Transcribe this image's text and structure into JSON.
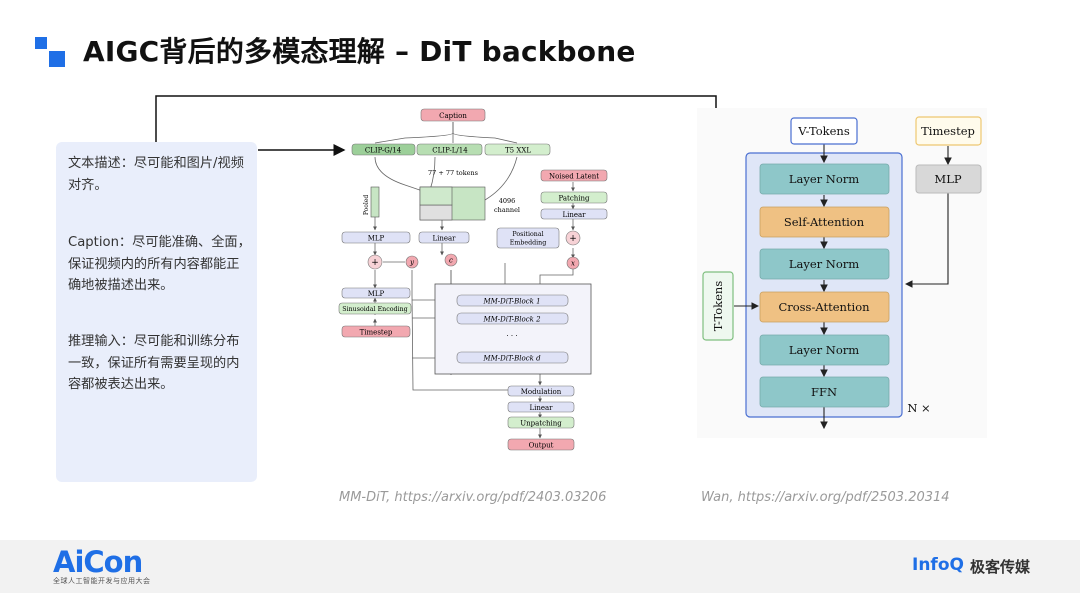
{
  "slide": {
    "title": "AIGC背后的多模态理解 – DiT backbone"
  },
  "left_panel": {
    "p1": "文本描述：尽可能和图片/视频对齐。",
    "p2": "Caption：尽可能准确、全面，保证视频内的所有内容都能正确地被描述出来。",
    "p3": "推理输入：尽可能和训练分布一致，保证所有需要呈现的内容都被表达出来。"
  },
  "mmdit": {
    "caption": "Caption",
    "clip_g": "CLIP-G/14",
    "clip_l": "CLIP-L/14",
    "t5": "T5 XXL",
    "tokens": "77 + 77 tokens",
    "channel_num": "4096",
    "channel_word": "channel",
    "pooled": "Pooled",
    "noised_latent": "Noised Latent",
    "patching": "Patching",
    "linear_right": "Linear",
    "pos_emb_1": "Positional",
    "pos_emb_2": "Embedding",
    "mlp1": "MLP",
    "linear_mid": "Linear",
    "y": "y",
    "c": "c",
    "x": "x",
    "mlp2": "MLP",
    "sinusoidal": "Sinusoidal Encoding",
    "timestep": "Timestep",
    "block1": "MM-DiT-Block 1",
    "block2": "MM-DiT-Block 2",
    "dots": "· · ·",
    "blockd": "MM-DiT-Block d",
    "modulation": "Modulation",
    "linear_out": "Linear",
    "unpatching": "Unpatching",
    "output": "Output",
    "plus": "+"
  },
  "wan": {
    "v_tokens": "V-Tokens",
    "timestep": "Timestep",
    "mlp": "MLP",
    "t_tokens": "T-Tokens",
    "layer_norm_1": "Layer Norm",
    "self_attention": "Self-Attention",
    "layer_norm_2": "Layer Norm",
    "cross_attention": "Cross-Attention",
    "layer_norm_3": "Layer Norm",
    "ffn": "FFN",
    "repeat": "N ×"
  },
  "sources": {
    "mmdit": "MM-DiT, https://arxiv.org/pdf/2403.03206",
    "wan": "Wan, https://arxiv.org/pdf/2503.20314"
  },
  "footer": {
    "aicon": "AiCon",
    "aicon_sub": "全球人工智能开发与应用大会",
    "infoq": "InfoQ",
    "jike": "极客传媒"
  },
  "colors": {
    "accent_blue": "#1f6fe6",
    "panel_bg": "#e9eefb",
    "teal_block": "#8ec7c9",
    "orange_block": "#efc183",
    "wan_bg": "#dfe6f7"
  }
}
